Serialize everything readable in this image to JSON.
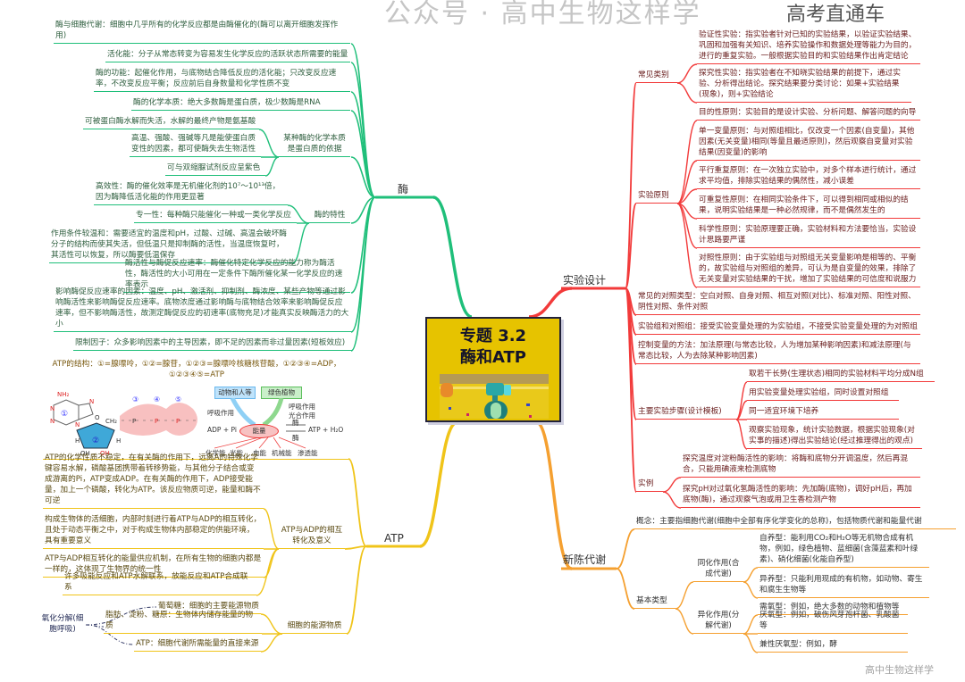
{
  "title": {
    "line1": "专题 3.2",
    "line2": "酶和ATP"
  },
  "colors": {
    "enzyme": "#1fbf7a",
    "atp": "#f0c419",
    "experiment": "#f23a3a",
    "metabolism": "#f5a030",
    "center": "#e6c300"
  },
  "enzyme": {
    "label": "酶",
    "e0": "酶与细胞代谢：细胞中几乎所有的化学反应都是由酶催化的(酶可以离开细胞发挥作用)",
    "e1": "活化能：分子从常态转变为容易发生化学反应的活跃状态所需要的能量",
    "e2": "酶的功能：起催化作用，与底物结合降低反应的活化能；只改变反应速率，不改变反应平衡；反应前后自身数量和化学性质不变",
    "e3": "酶的化学本质：绝大多数酶是蛋白质，极少数酶是RNA",
    "e4": "某种酶的化学本质是蛋白质的依据",
    "e4a": "可被蛋白酶水解而失活，水解的最终产物是氨基酸",
    "e4b": "高温、强酸、强碱等凡是能使蛋白质变性的因素，都可使酶失去生物活性",
    "e4c": "可与双缩脲试剂反应呈紫色",
    "e5": "酶的特性",
    "e5a": "高效性：酶的催化效率是无机催化剂的10⁷～10¹³倍，因为酶降低活化能的作用更显著",
    "e5b": "专一性：每种酶只能催化一种或一类化学反应",
    "e5c": "作用条件较温和：需要适宜的温度和pH，过酸、过碱、高温会破坏酶分子的结构而使其失活，但低温只是抑制酶的活性，当温度恢复时，其活性可以恢复，所以酶要低温保存",
    "e6": "酶活性与酶促反应速率：酶催化特定化学反应的能力称为酶活性，酶活性的大小可用在一定条件下酶所催化某一化学反应的速率表示",
    "e7": "影响酶促反应速率的因素：温度、pH、激活剂、抑制剂、酶浓度、某些产物等通过影响酶活性来影响酶促反应速率。底物浓度通过影响酶与底物结合效率来影响酶促反应速率，但不影响酶活性，故测定酶促反应的初速率(底物充足)才能真实反映酶活力的大小",
    "e8": "限制因子：众多影响因素中的主导因素，即不足的因素而非过量因素(短板效应)"
  },
  "atp": {
    "label": "ATP",
    "structure": "ATP的结构：①=腺嘌呤，①②=腺苷，①②③=腺嘌呤核糖核苷酸，①②③④=ADP，①②③④⑤=ATP",
    "molecule": {
      "nh2": "NH₂",
      "n": "N",
      "o": "O",
      "p": "P",
      "h": "H",
      "oh": "OH",
      "ch2": "CH₂",
      "c1": "①",
      "c2": "②",
      "c3": "③",
      "c4": "④",
      "c5": "⑤"
    },
    "energy": {
      "animals": "动物和人等",
      "plants": "绿色植物",
      "resp": "呼吸作用",
      "resp2": "呼吸作用",
      "photo": "光合作用",
      "adp": "ADP + Pi",
      "energy": "能量",
      "enzyme1": "酶",
      "enzyme2": "酶",
      "atp": "ATP + H₂O",
      "forms": [
        "化学能",
        "光能",
        "电能",
        "机械能",
        "渗透能"
      ]
    },
    "a1": "ATP的化学性质不稳定，在有关酶的作用下，远离A的特殊化学键容易水解，磷酸基团携带着转移势能，与其他分子结合或变成游离的Pi，ATP变成ADP。在有关酶的作用下，ADP接受能量，加上一个磷酸，转化为ATP。该反应物质可逆，能量和酶不可逆",
    "a2": "构成生物体的活细胞，内部时刻进行着ATP与ADP的相互转化，且处于动态平衡之中，对于构成生物体内部稳定的供能环境，具有重要意义",
    "a3": "ATP与ADP相互转化的能量供应机制，在所有生物的细胞内都是一样的，这体现了生物界的统一性",
    "a4": "许多吸能反应和ATP水解联系，放能反应和ATP合成联系",
    "sub1": "ATP与ADP的相互转化及意义",
    "sub2": "细胞的能源物质",
    "a5": "葡萄糖：细胞的主要能源物质",
    "a6": "脂肪、淀粉、糖原：生物体内储存能量的物质",
    "a7": "ATP：细胞代谢所需能量的直接来源",
    "oxid": "氧化分解(细胞呼吸)"
  },
  "experiment": {
    "label": "实验设计",
    "cat": "常见类别",
    "cat1": "验证性实验：指实验者针对已知的实验结果，以验证实验结果、巩固和加强有关知识、培养实验操作和数据处理等能力为目的，进行的重复实验。一般根据实验目的和实验结果作出肯定结论",
    "cat2": "探究性实验：指实验者在不知晓实验结果的前提下，通过实验、分析得出结论。探究结果要分类讨论：如果+实验结果(现象)，则+实验结论",
    "pri": "实验原则",
    "p1": "目的性原则：实验目的是设计实验、分析问题、解答问题的向导",
    "p2": "单一变量原则：与对照组相比，仅改变一个因素(自变量)，其他因素(无关变量)相同(等量且最适原则)，然后观察自变量对实验结果(因变量)的影响",
    "p3": "平行重复原则：在一次独立实验中，对多个样本进行统计，通过求平均值，排除实验结果的偶然性，减小误差",
    "p4": "可重复性原则：在相同实验条件下，可以得到相同或相似的结果，说明实验结果是一种必然规律，而不是偶然发生的",
    "p5": "科学性原则：实验原理要正确，实验材料和方法要恰当，实验设计思路要严谨",
    "p6": "对照性原则：由于实验组与对照组无关变量影响是相等的、平衡的，故实验组与对照组的差异，可认为是自变量的效果，排除了无关变量对实验结果的干扰，增加了实验结果的可信度和说服力",
    "ctrl": "常见的对照类型：空白对照、自身对照、相互对照(对比)、标准对照、阳性对照、阴性对照、条件对照",
    "grp": "实验组和对照组：接受实验变量处理的为实验组，不接受实验变量处理的为对照组",
    "var": "控制变量的方法：加法原理(与常态比较，人为增加某种影响因素)和减法原理(与常态比较，人为去除某种影响因素)",
    "step": "主要实验步骤(设计模板)",
    "s1": "取若干长势(生理状态)相同的实验材料平均分成N组",
    "s2": "用实验变量处理实验组，同时设置对照组",
    "s3": "同一适宜环境下培养",
    "s4": "观察实验现象，统计实验数据，根据实验现象(对实事的描述)得出实验结论(经过推理得出的观点)",
    "ex": "实例",
    "x1": "探究温度对淀粉酶活性的影响：将酶和底物分开调温度，然后再混合，只能用碘液来检测底物",
    "x2": "探究pH对过氧化氢酶活性的影响：先加酶(底物)，调好pH后，再加底物(酶)，通过观察气泡或用卫生香检测产物"
  },
  "metabolism": {
    "label": "新陈代谢",
    "concept": "概念：主要指细胞代谢(细胞中全部有序化学变化的总称)，包括物质代谢和能量代谢",
    "basic": "基本类型",
    "ana": "同化作用(合成代谢)",
    "auto": "自养型：能利用CO₂和H₂O等无机物合成有机物，例如，绿色植物、蓝细菌(含藻蓝素和叶绿素)、硝化细菌(化能自养型)",
    "hetero": "异养型：只能利用现成的有机物，如动物、寄生和腐生生物等",
    "cat": "异化作用(分解代谢)",
    "aer": "需氧型：例如，绝大多数的动物和植物等",
    "anaer": "厌氧型：例如，破伤风芽孢杆菌、乳酸菌等",
    "fac": "兼性厌氧型：例如，酵"
  },
  "watermark": {
    "main": "公众号 · 高中生物这样学",
    "overlay": "高考直通车",
    "sub": "高中生物这样学"
  }
}
